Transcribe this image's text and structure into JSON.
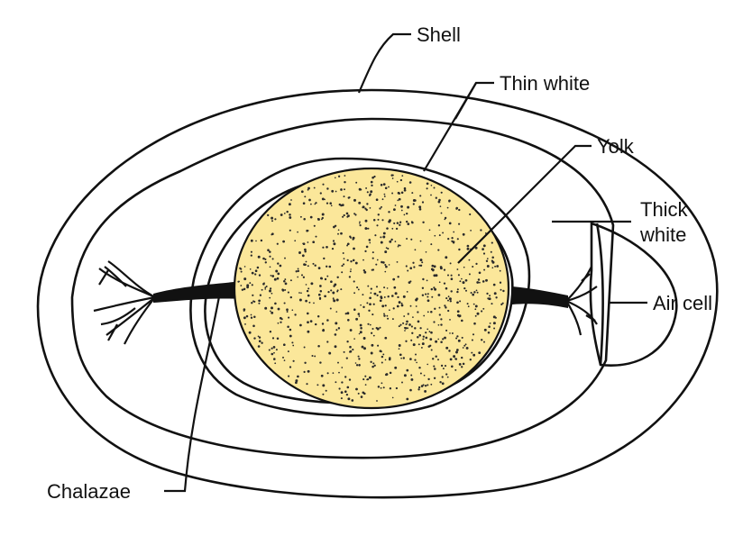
{
  "labels": {
    "shell": "Shell",
    "thin_white": "Thin white",
    "yolk": "Yolk",
    "thick_white_line1": "Thick",
    "thick_white_line2": "white",
    "air_cell": "Air cell",
    "chalazae": "Chalazae"
  },
  "colors": {
    "background": "#ffffff",
    "white_fill": "#eef0f4",
    "yolk_fill": "#fbe79a",
    "yolk_dots": "#2a2a2a",
    "outline": "#111111"
  }
}
